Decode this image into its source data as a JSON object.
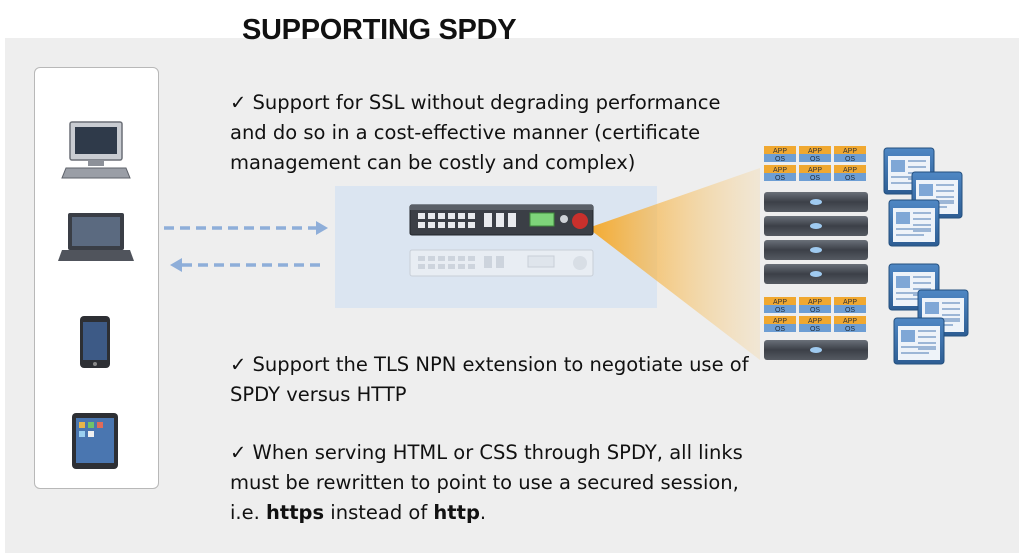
{
  "title": "SUPPORTING SPDY",
  "bullets": {
    "check": "✓",
    "b1": "Support  for SSL without degrading performance and do so in a cost-effective manner (certificate management can be costly and complex)",
    "b2": "Support the TLS NPN extension to negotiate use of SPDY versus HTTP",
    "b3_pre": "When serving HTML or CSS through SPDY, all links must be rewritten to point to use a secured session, i.e. ",
    "b3_bold1": "https",
    "b3_mid": " instead of ",
    "b3_bold2": "http",
    "b3_post": "."
  },
  "server_labels": {
    "app": "APP",
    "os": "OS"
  },
  "colors": {
    "arrow": "#8eaed9",
    "beam": "#f5a623",
    "server": "#4a4f58",
    "app_tile": "#f0a830",
    "os_tile": "#6d9ed4",
    "doc": "#3d6fa8",
    "lb_box": "#dbe5f1"
  },
  "icons": [
    "desktop-computer-icon",
    "laptop-icon",
    "smartphone-icon",
    "tablet-icon"
  ]
}
